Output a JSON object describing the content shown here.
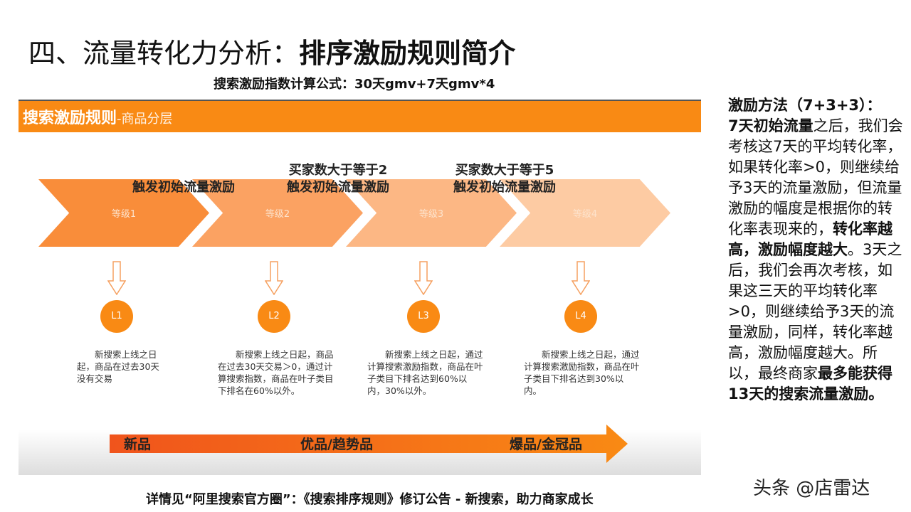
{
  "title": {
    "prefix": "四、流量转化力分析：",
    "main": "排序激励规则简介"
  },
  "formula": "搜索激励指数计算公式：30天gmv+7天gmv*4",
  "slide": {
    "header": "搜索激励规则",
    "header_sub": "-商品分层",
    "levels": [
      {
        "chevron": "等级1",
        "badge": "L1",
        "desc": "新搜索上线之日起，商品在过去30天没有交易",
        "color": "#f98d3a"
      },
      {
        "chevron": "等级2",
        "badge": "L2",
        "desc": "新搜索上线之日起，商品在过去30天交易＞0，通过计算搜索指数，商品在叶子类目下排名在60%以外。",
        "color": "#fba262"
      },
      {
        "chevron": "等级3",
        "badge": "L3",
        "desc": "新搜索上线之日起，通过计算搜索激励指数，商品在叶子类目下排名达到60%以内，30%以外。",
        "color": "#fcb784"
      },
      {
        "chevron": "等级4",
        "badge": "L4",
        "desc": "新搜索上线之日起，通过计算搜索激励指数，商品在叶子类目下排名达到30%以内。",
        "color": "#fdcba3"
      }
    ],
    "triggers": [
      {
        "line1": "",
        "line2": "触发初始流量激励"
      },
      {
        "line1": "买家数大于等于2",
        "line2": "触发初始流量激励"
      },
      {
        "line1": "买家数大于等于5",
        "line2": "触发初始流量激励"
      }
    ],
    "stages": [
      "新品",
      "优品/趋势品",
      "爆品/金冠品"
    ]
  },
  "right": {
    "p1": "激励方法（7+3+3）：",
    "p2": "7天初始流量",
    "p3": "之后，我们会考核这7天的平均转化率，如果转化率>0，则继续给予3天的流量激励，但流量激励的幅度是根据你的转化率表现来的，",
    "p4": "转化率越高，激励幅度越大",
    "p5": "。3天之后，我们会再次考核，如果这三天的平均转化率>0，则继续给予3天的流量激励，同样，转化率越高，激励幅度越大。所以，最终商家",
    "p6": "最多能获得13天的搜索流量激励。"
  },
  "footer": "详情见“阿里搜索官方圈”：《搜索排序规则》修订公告 - 新搜索，助力商家成长",
  "watermark": "头条 @店雷达"
}
